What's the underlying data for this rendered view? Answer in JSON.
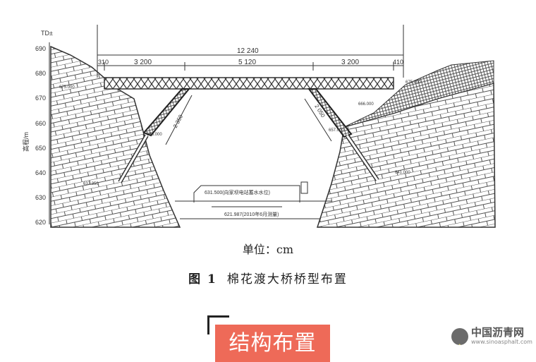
{
  "diagram": {
    "y_axis": {
      "label": "高程/m",
      "unit_mark": "TD±",
      "ticks": [
        "690",
        "680",
        "670",
        "660",
        "650",
        "640",
        "630",
        "620"
      ]
    },
    "dimensions": {
      "total": "12 240",
      "left_end": "310",
      "span_left": "3 200",
      "span_mid": "5 120",
      "span_right": "3 200",
      "right_end": "410"
    },
    "strut_lengths": {
      "left": "2 350",
      "right": "2 050"
    },
    "elevations": {
      "left_abutment": "675.000",
      "left_strut_base": "655.000",
      "left_leg_base": "637.350",
      "right_abutment": "675.000",
      "right_upper": "666.000",
      "right_strut_base": "657.000",
      "right_leg_base": "641.000"
    },
    "water_level": "631.500(向家坝电站蓄水水位)",
    "riverbed": "621.987(2010年6月测量)"
  },
  "caption": {
    "unit": "单位：cm",
    "figure_num": "图 1",
    "figure_title": "棉花渡大桥桥型布置"
  },
  "banner": {
    "title": "结构布置"
  },
  "logo": {
    "name": "中国沥青网",
    "url": "www.sinoasphalt.com"
  },
  "colors": {
    "banner": "#ee6a58",
    "line": "#333333"
  }
}
